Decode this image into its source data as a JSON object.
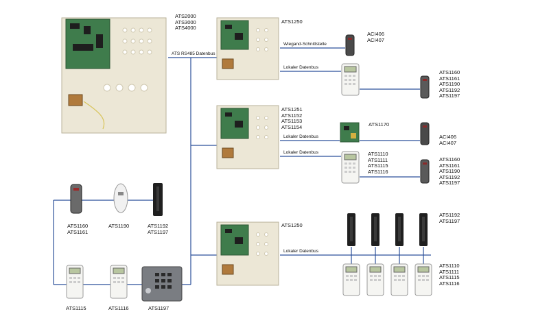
{
  "panel_main": {
    "label": "ATS2000\nATS3000\nATS4000"
  },
  "bus_main": "ATS RS485 Datenbus",
  "box1": {
    "label": "ATS1250",
    "bus_wiegand": "Wiegand-Schnittstelle",
    "wiegand_reader": "ACI406\nACI407",
    "bus_local": "Lokaler Datenbus",
    "readers": "ATS1160\nATS1161\nATS1190\nATS1192\nATS1197"
  },
  "box2": {
    "label": "ATS1251\nATS1152\nATS1153\nATS1154",
    "module": "ATS1170",
    "bus_local_a": "Lokaler Datenbus",
    "module_reader": "ACI406\nACI407",
    "bus_local_b": "Lokaler Datenbus",
    "keypad": "ATS1110\nATS1111\nATS1115\nATS1116",
    "readers": "ATS1160\nATS1161\nATS1190\nATS1192\nATS1197"
  },
  "box3": {
    "label": "ATS1250",
    "bus_local": "Lokaler Datenbus",
    "readers": "ATS1192\nATS1197",
    "keypads": "ATS1110\nATS1111\nATS1115\nATS1116"
  },
  "left": {
    "reader_a": "ATS1160\nATS1161",
    "reader_b": "ATS1190",
    "reader_c": "ATS1192\nATS1197",
    "keypad_a": "ATS1115",
    "keypad_b": "ATS1116",
    "keypad_c": "ATS1197"
  }
}
